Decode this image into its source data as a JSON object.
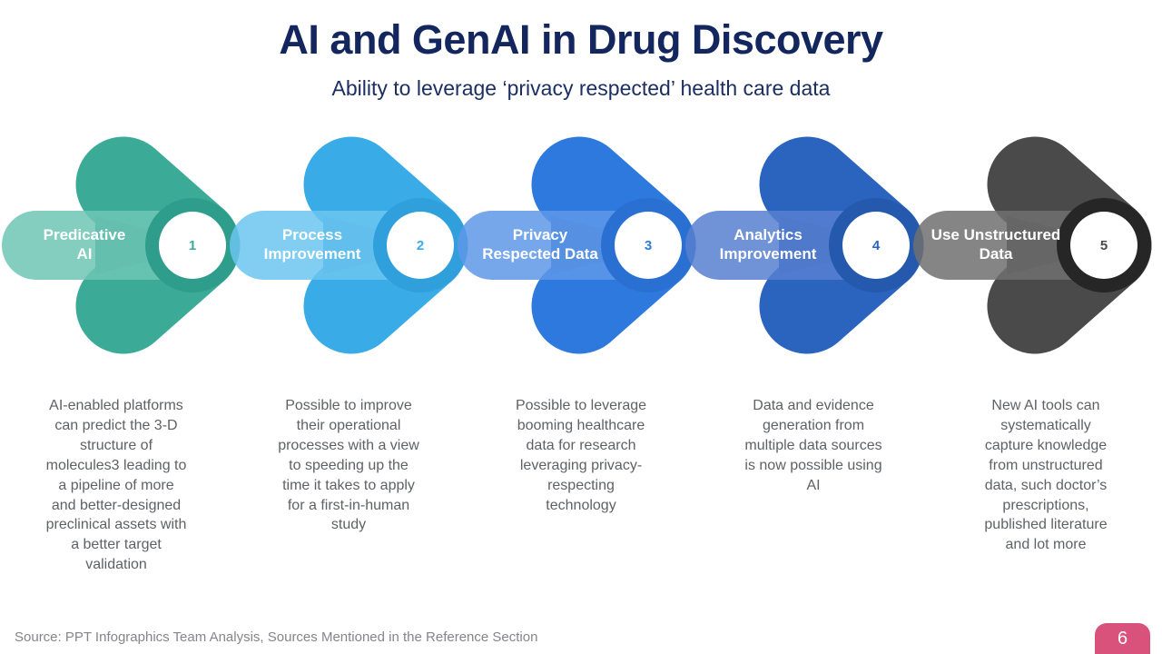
{
  "slide": {
    "title": "AI and GenAI in Drug Discovery",
    "subtitle": "Ability to leverage ‘privacy respected’ health care data",
    "source_note": "Source: PPT Infographics Team Analysis, Sources Mentioned in the Reference Section",
    "page_number": "6",
    "colors": {
      "title_navy": "#14265E",
      "description_gray": "#5E6166",
      "page_badge_pink": "#D9527B",
      "background": "#FFFFFF"
    }
  },
  "steps": [
    {
      "number": "1",
      "label": "Predicative\nAI",
      "description": "AI-enabled platforms\ncan predict the 3-D\nstructure of\nmolecules3 leading to\na pipeline of more\nand better-designed\npreclinical assets with\na better target\nvalidation",
      "color": "#3BAB98",
      "pill": "#6FC6B5",
      "dark": "#2E9A87",
      "ring": "#2F9D8B"
    },
    {
      "number": "2",
      "label": "Process\nImprovement",
      "description": "Possible to improve\ntheir operational\nprocesses with a view\nto speeding up the\ntime it takes to apply\nfor a first-in-human\nstudy",
      "color": "#39ABE7",
      "pill": "#6CC5F0",
      "dark": "#2B9BD9",
      "ring": "#2FA0DC"
    },
    {
      "number": "3",
      "label": "Privacy\nRespected Data",
      "description": "Possible to leverage\nbooming healthcare\ndata  for research\nleveraging privacy-\nrespecting\ntechnology",
      "color": "#2E79DD",
      "pill": "#5E98E7",
      "dark": "#2569CB",
      "ring": "#2A70D2"
    },
    {
      "number": "4",
      "label": "Analytics\nImprovement",
      "description": "Data and evidence\ngeneration from\nmultiple data sources\nis now possible using\nAI",
      "color": "#2B64BF",
      "pill": "#577FD0",
      "dark": "#2356AC",
      "ring": "#2459AE"
    },
    {
      "number": "5",
      "label": "Use Unstructured\nData",
      "description": "New AI tools can\nsystematically\ncapture knowledge\nfrom unstructured\ndata, such doctor’s\nprescriptions,\npublished literature\nand lot more",
      "color": "#4A4A4A",
      "pill": "#707070",
      "dark": "#303030",
      "ring": "#262626"
    }
  ]
}
